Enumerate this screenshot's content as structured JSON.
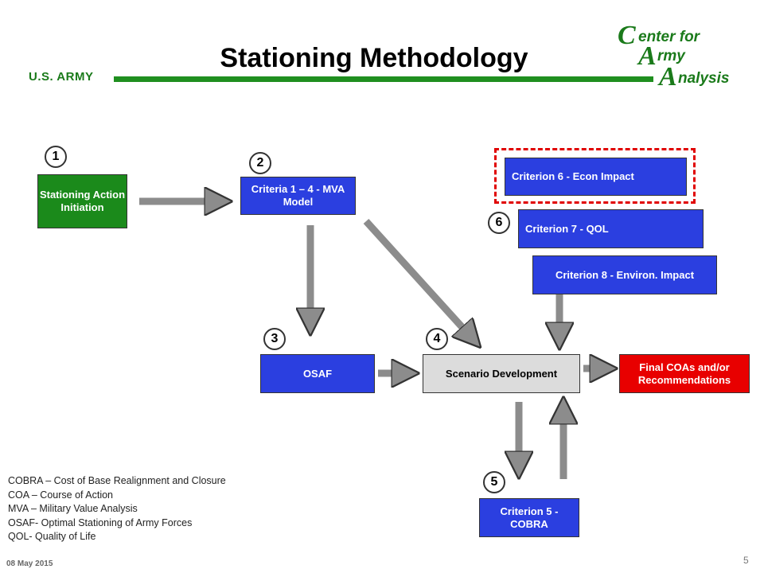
{
  "header": {
    "title": "Stationing Methodology",
    "org_left": "U.S. ARMY",
    "logo": {
      "c": "C",
      "line1": "enter for",
      "a1": "A",
      "line2": "rmy",
      "a2": "A",
      "line3": "nalysis"
    }
  },
  "colors": {
    "green": "#1b8a1b",
    "blue": "#2b3fe0",
    "gray": "#dcdcdc",
    "red": "#e80000",
    "dashed_border": "#e00000"
  },
  "steps": [
    "1",
    "2",
    "3",
    "4",
    "5",
    "6"
  ],
  "boxes": {
    "initiation": "Stationing Action Initiation",
    "criteria_1_4": "Criteria 1 – 4 - MVA Model",
    "osaf": "OSAF",
    "scenario": "Scenario Development",
    "final": "Final COAs and/or Recommendations",
    "criterion5": "Criterion 5 - COBRA",
    "criterion6": "Criterion 6 - Econ Impact",
    "criterion7": "Criterion 7 - QOL",
    "criterion8": "Criterion 8 - Environ. Impact"
  },
  "legend": [
    "COBRA – Cost of Base Realignment and Closure",
    "COA – Course of Action",
    "MVA – Military Value Analysis",
    "OSAF- Optimal Stationing of Army Forces",
    "QOL- Quality of Life"
  ],
  "footer": {
    "date": "08 May 2015",
    "page": "5"
  }
}
